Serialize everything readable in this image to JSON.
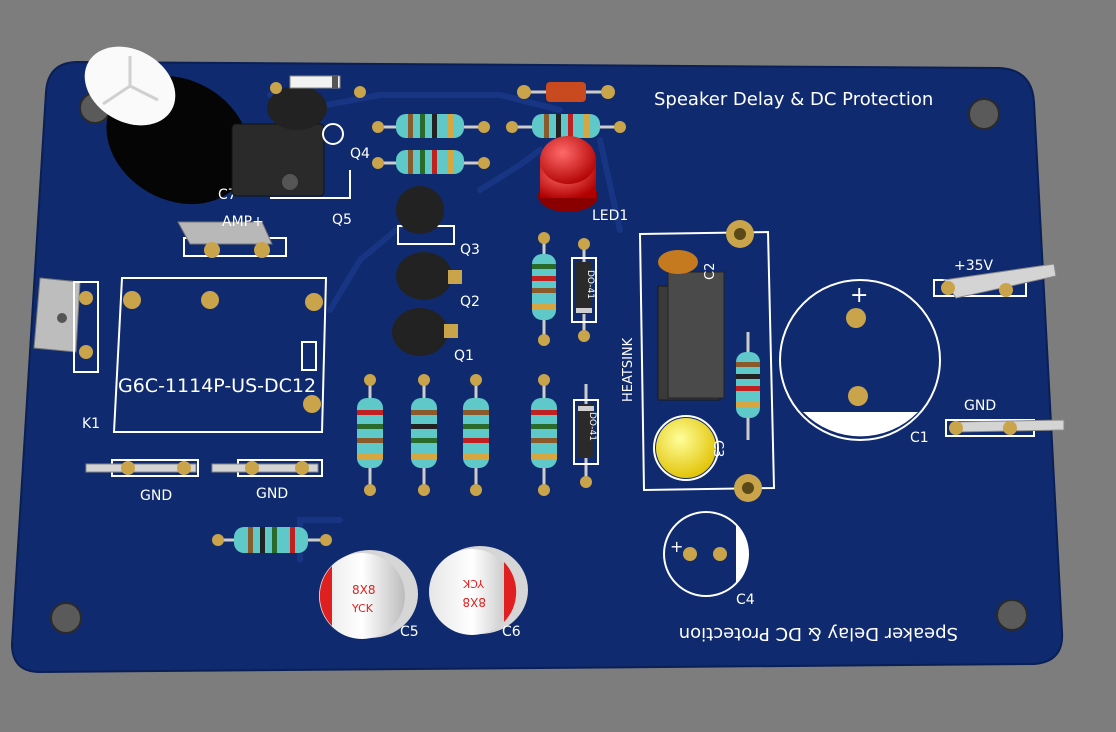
{
  "board": {
    "title_top": "Speaker Delay & DC Protection",
    "title_bottom": "Speaker Delay & DC Protection",
    "relay_part": "G6C-1114P-US-DC12",
    "heatsink_label": "HEATSINK",
    "colors": {
      "background": "#7d7d7d",
      "pcb": "#0f2a6e",
      "silkscreen": "#ffffff",
      "pad": "#c9a44a",
      "led": "#e01010"
    }
  },
  "designators": {
    "c7": "C7",
    "q4": "Q4",
    "q5": "Q5",
    "q3": "Q3",
    "q2": "Q2",
    "q1": "Q1",
    "k1": "K1",
    "led1": "LED1",
    "c2": "C2",
    "c3": "C3",
    "c1": "C1",
    "c4": "C4",
    "c5": "C5",
    "c6": "C6"
  },
  "terminals": {
    "amp_plus": "AMP+",
    "plus35v": "+35V",
    "gnd_right": "GND",
    "gnd_left1": "GND",
    "gnd_left2": "GND"
  },
  "markings": {
    "diode_package": "DO-41",
    "cap_brand": "YCK",
    "cap_value": "8X8",
    "polarity_plus": "+"
  }
}
